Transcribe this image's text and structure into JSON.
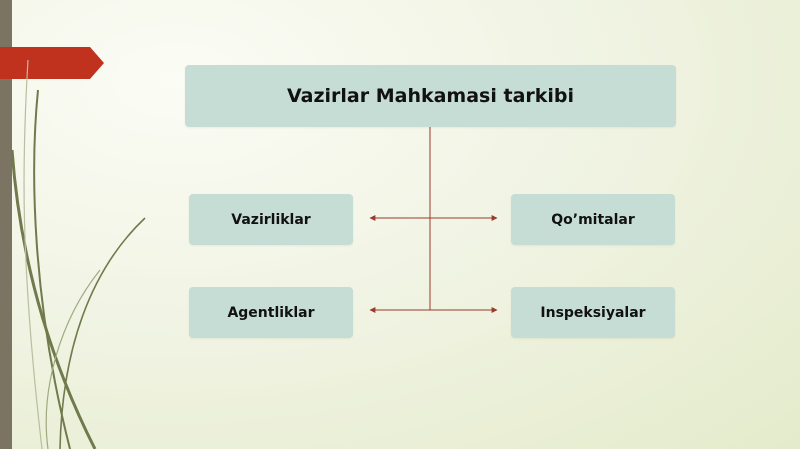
{
  "diagram": {
    "title": "Vazirlar Mahkamasi tarkibi",
    "nodes": {
      "left_top": "Vazirliklar",
      "left_bottom": "Agentliklar",
      "right_top": "Qo’mitalar",
      "right_bottom": "Inspeksiyalar"
    },
    "connector_color": "#9a3a2a"
  },
  "theme": {
    "accent": "#c0321e",
    "box_fill": "#c6ddd6",
    "side_bar": "#7c7462"
  }
}
